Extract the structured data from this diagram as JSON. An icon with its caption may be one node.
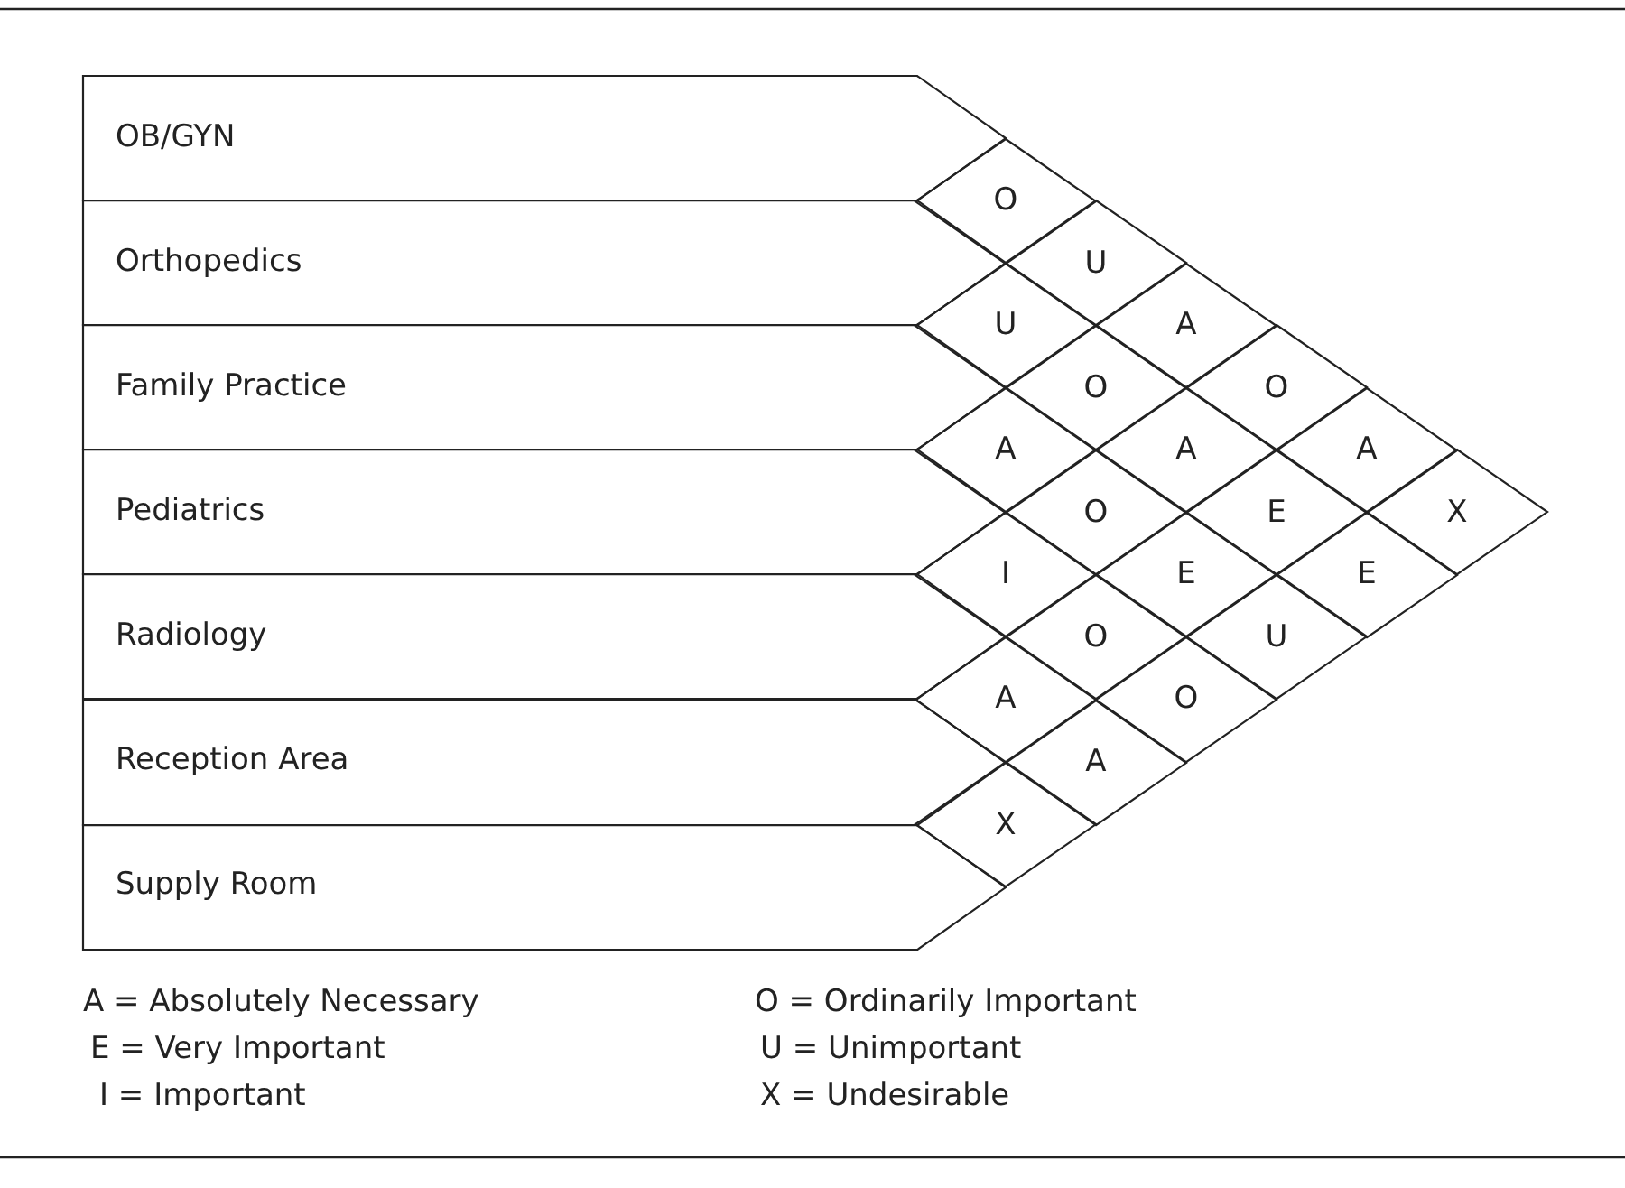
{
  "diagram": {
    "nodes": [
      {
        "text": [
          "OB/GYN"
        ]
      },
      {
        "text": [
          "Orthopedics"
        ]
      },
      {
        "text": [
          "Family Practice"
        ]
      },
      {
        "text": [
          "Pediatrics"
        ]
      },
      {
        "text": [
          "Radiology"
        ]
      },
      {
        "text": [
          "Reception Area"
        ]
      },
      {
        "text": [
          "Supply Room"
        ]
      },
      {
        "text": [
          "O"
        ]
      },
      {
        "text": [
          "U"
        ]
      },
      {
        "text": [
          "U"
        ]
      },
      {
        "text": [
          "A"
        ]
      },
      {
        "text": [
          "O"
        ]
      },
      {
        "text": [
          "O"
        ]
      },
      {
        "text": [
          "A"
        ]
      },
      {
        "text": [
          "A"
        ]
      },
      {
        "text": [
          "A"
        ]
      },
      {
        "text": [
          "O"
        ]
      },
      {
        "text": [
          "E"
        ]
      },
      {
        "text": [
          "X"
        ]
      },
      {
        "text": [
          "I"
        ]
      },
      {
        "text": [
          "E"
        ]
      },
      {
        "text": [
          "E"
        ]
      },
      {
        "text": [
          "O"
        ]
      },
      {
        "text": [
          "U"
        ]
      },
      {
        "text": [
          "A"
        ]
      },
      {
        "text": [
          "O"
        ]
      },
      {
        "text": [
          "A"
        ]
      },
      {
        "text": [
          "X"
        ]
      }
    ],
    "labels": [
      "A = Absolutely Necessary",
      "O = Ordinarily Important",
      "E = Very Important",
      "U = Unimportant",
      "I = Important",
      "X = Undesirable"
    ]
  }
}
